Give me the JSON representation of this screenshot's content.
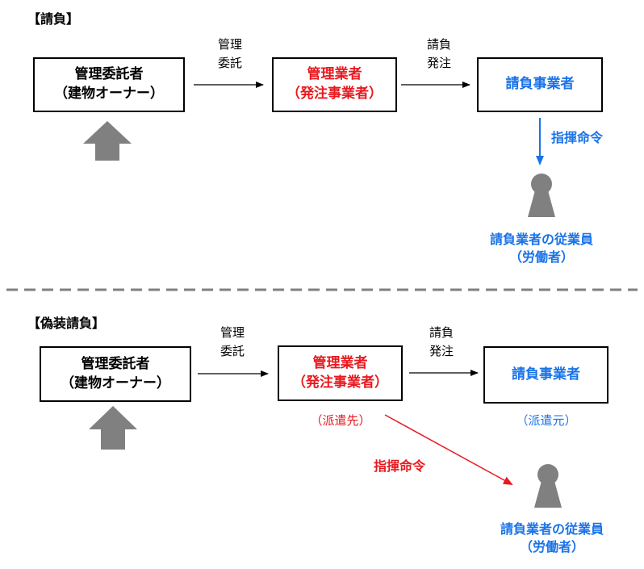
{
  "top": {
    "title": "【請負】",
    "box_owner": {
      "line1": "管理委託者",
      "line2": "（建物オーナー）"
    },
    "box_manager": {
      "line1": "管理業者",
      "line2": "（発注事業者）"
    },
    "box_contractor": {
      "line1": "請負事業者"
    },
    "arrow1_label": {
      "line1": "管理",
      "line2": "委託"
    },
    "arrow2_label": {
      "line1": "請負",
      "line2": "発注"
    },
    "command_label": "指揮命令",
    "worker_label": {
      "line1": "請負業者の従業員",
      "line2": "（労働者）"
    }
  },
  "bottom": {
    "title": "【偽装請負】",
    "box_owner": {
      "line1": "管理委託者",
      "line2": "（建物オーナー）"
    },
    "box_manager": {
      "line1": "管理業者",
      "line2": "（発注事業者）"
    },
    "box_contractor": {
      "line1": "請負事業者"
    },
    "arrow1_label": {
      "line1": "管理",
      "line2": "委託"
    },
    "arrow2_label": {
      "line1": "請負",
      "line2": "発注"
    },
    "dispatch_dest": "（派遣先）",
    "dispatch_source": "（派遣元）",
    "command_label": "指揮命令",
    "worker_label": {
      "line1": "請負業者の従業員",
      "line2": "（労働者）"
    }
  },
  "colors": {
    "red": "#e8191f",
    "blue": "#1a73e8",
    "gray": "#808080",
    "divider": "#808080"
  },
  "icons": [
    "up-arrow-icon",
    "person-icon",
    "arrow-icon"
  ]
}
